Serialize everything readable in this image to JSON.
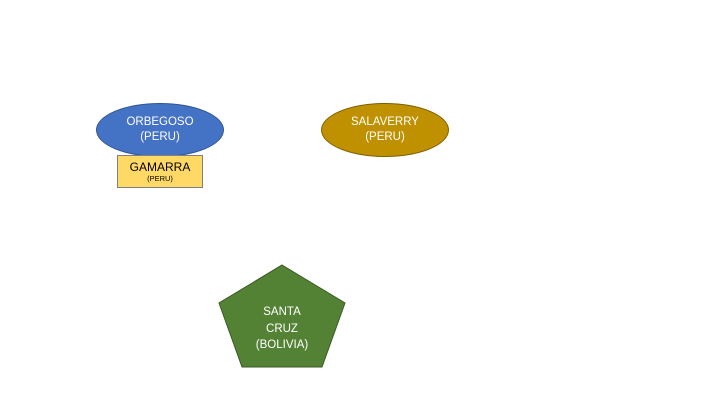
{
  "nodes": {
    "orbegoso": {
      "line1": "ORBEGOSO",
      "line2": "(PERU)",
      "fill": "#4472c4"
    },
    "salaverry": {
      "line1": "SALAVERRY",
      "line2": "(PERU)",
      "fill": "#bf9000"
    },
    "gamarra": {
      "line1": "GAMARRA",
      "line2": "(PERU)",
      "fill": "#ffd966"
    },
    "santa_cruz": {
      "line1": "SANTA",
      "line2": "CRUZ",
      "line3": "(BOLIVIA)",
      "fill": "#548235"
    }
  }
}
